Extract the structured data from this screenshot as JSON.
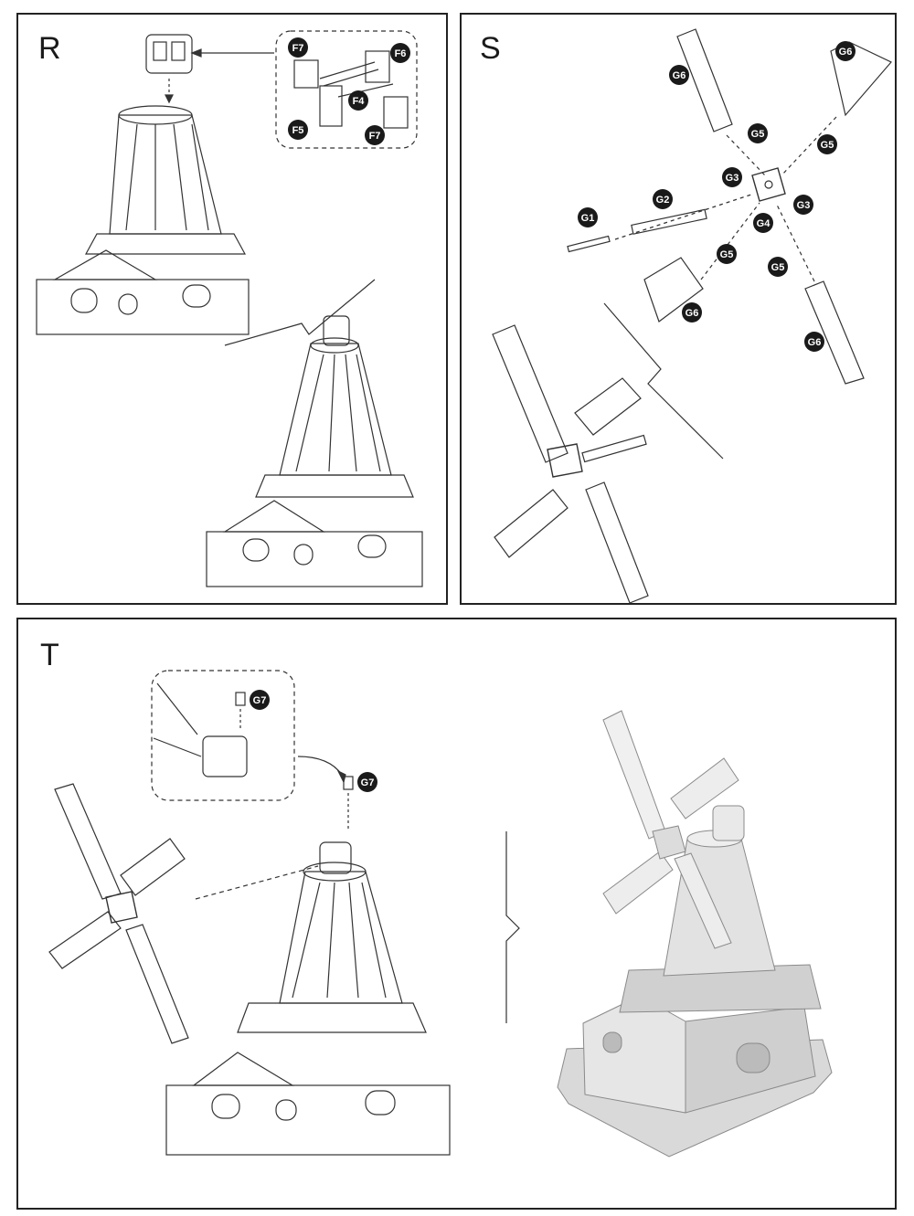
{
  "steps": [
    {
      "letter": "R",
      "part_labels": [
        "F7",
        "F6",
        "F4",
        "F5",
        "F7"
      ]
    },
    {
      "letter": "S",
      "part_labels": [
        "G6",
        "G6",
        "G5",
        "G5",
        "G3",
        "G3",
        "G2",
        "G4",
        "G1",
        "G5",
        "G5",
        "G6",
        "G6"
      ]
    },
    {
      "letter": "T",
      "part_labels": [
        "G7",
        "G7"
      ]
    }
  ],
  "colors": {
    "line": "#333333",
    "badge": "#1a1a1a",
    "render_fill": "#d9d9d9"
  }
}
